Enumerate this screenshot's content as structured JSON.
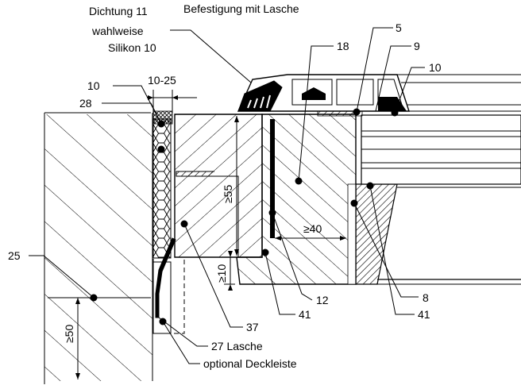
{
  "labels": {
    "dichtung": "Dichtung 11",
    "wahlweise": "wahlweise",
    "silikon": "Silikon 10",
    "befestigung": "Befestigung mit Lasche",
    "n5": "5",
    "n18": "18",
    "n9": "9",
    "n10_right": "10",
    "n10_left": "10",
    "dim_10_25": "10-25",
    "n28": "28",
    "n25": "25",
    "dim_ge55": "≥55",
    "dim_ge40": "≥40",
    "dim_ge10": "≥10",
    "dim_ge50": "≥50",
    "n12": "12",
    "n8": "8",
    "n41_left": "41",
    "n41_right": "41",
    "n37": "37",
    "n27": "27 Lasche",
    "deckleiste": "optional Deckleiste"
  }
}
